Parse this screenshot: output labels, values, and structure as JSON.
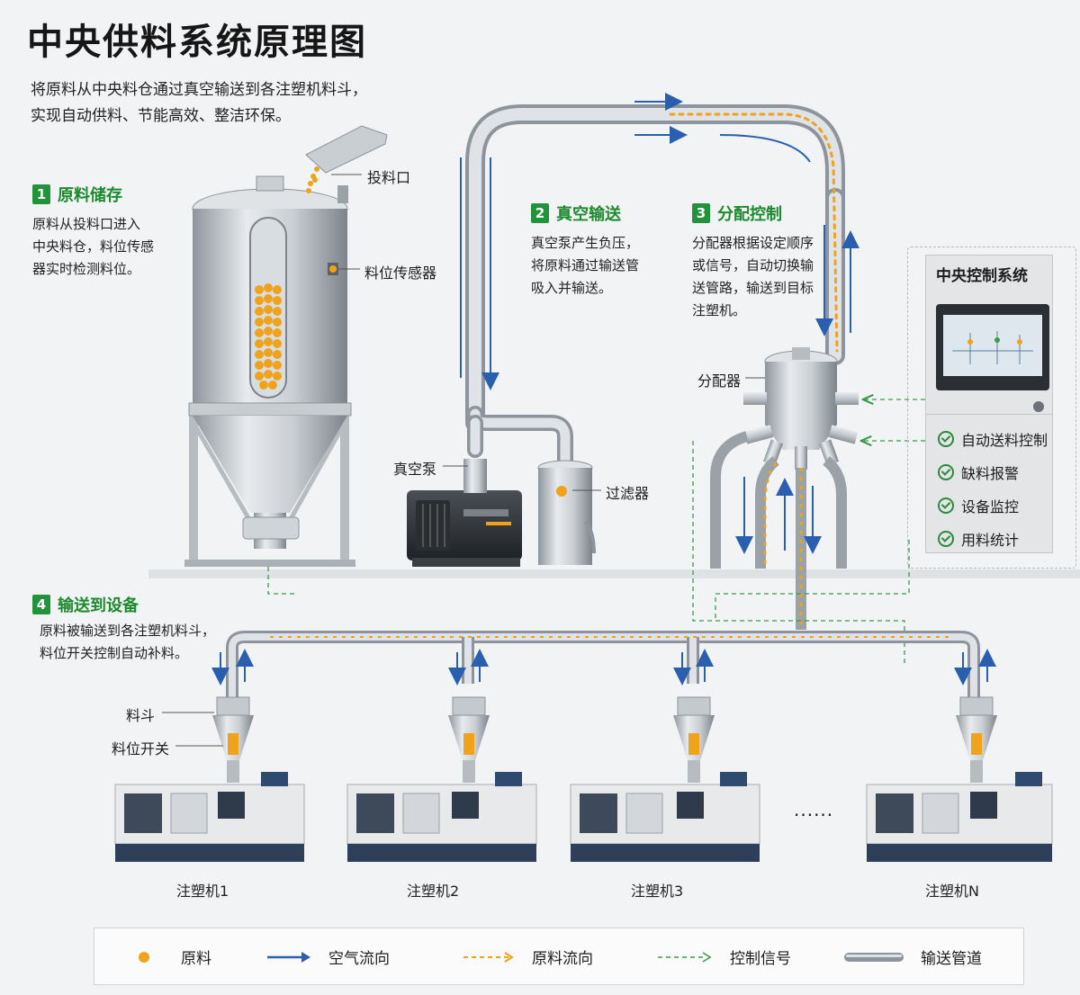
{
  "title": "中央供料系统原理图",
  "subtitle_line1": "将原料从中央料仓通过真空输送到各注塑机料斗，",
  "subtitle_line2": "实现自动供料、节能高效、整洁环保。",
  "steps": [
    {
      "num": "1",
      "title": "原料储存",
      "lines": [
        "原料从投料口进入",
        "中央料仓，料位传感",
        "器实时检测料位。"
      ]
    },
    {
      "num": "2",
      "title": "真空输送",
      "lines": [
        "真空泵产生负压，",
        "将原料通过输送管",
        "吸入并输送。"
      ]
    },
    {
      "num": "3",
      "title": "分配控制",
      "lines": [
        "分配器根据设定顺序",
        "或信号，自动切换输",
        "送管路，输送到目标",
        "注塑机。"
      ]
    },
    {
      "num": "4",
      "title": "输送到设备",
      "lines": [
        "原料被输送到各注塑机料斗，",
        "料位开关控制自动补料。"
      ]
    }
  ],
  "labels": {
    "inlet": "投料口",
    "level_sensor": "料位传感器",
    "vacuum_pump": "真空泵",
    "filter": "过滤器",
    "distributor": "分配器",
    "hopper": "料斗",
    "level_switch": "料位开关",
    "ellipsis": "......"
  },
  "control": {
    "title": "中央控制系统",
    "items": [
      "自动送料控制",
      "缺料报警",
      "设备监控",
      "用料统计"
    ]
  },
  "machines": [
    "注塑机1",
    "注塑机2",
    "注塑机3",
    "注塑机N"
  ],
  "legend": {
    "material": "原料",
    "air_flow": "空气流向",
    "material_flow": "原料流向",
    "control_signal": "控制信号",
    "pipe": "输送管道"
  },
  "colors": {
    "accent_green": "#22933a",
    "material": "#f0a21a",
    "air_arrow": "#2a5fb0",
    "control_signal": "#3a9a4a",
    "pipe": "#aeb4ba"
  }
}
